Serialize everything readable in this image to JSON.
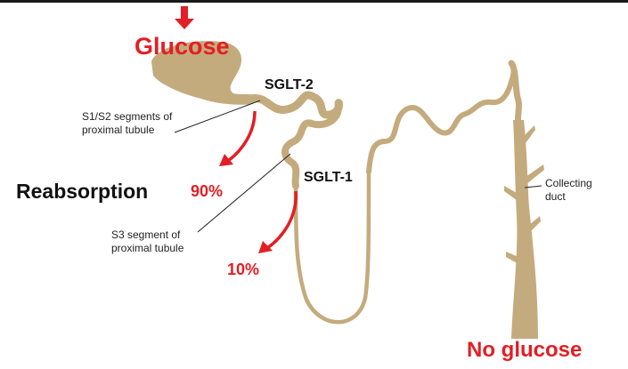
{
  "labels": {
    "glucose": "Glucose",
    "sglt2": "SGLT-2",
    "sglt1": "SGLT-1",
    "reabsorption": "Reabsorption",
    "pct_90": "90%",
    "pct_10": "10%",
    "no_glucose": "No glucose",
    "s1s2_line1": "S1/S2 segments of",
    "s1s2_line2": "proximal tubule",
    "s3_line1": "S3 segment of",
    "s3_line2": "proximal tubule",
    "collecting_line1": "Collecting",
    "collecting_line2": "duct"
  },
  "colors": {
    "tubule": "#c4ab7e",
    "accent_red": "#e31e24",
    "text": "#111111",
    "top_border": "#1a1a1a"
  }
}
